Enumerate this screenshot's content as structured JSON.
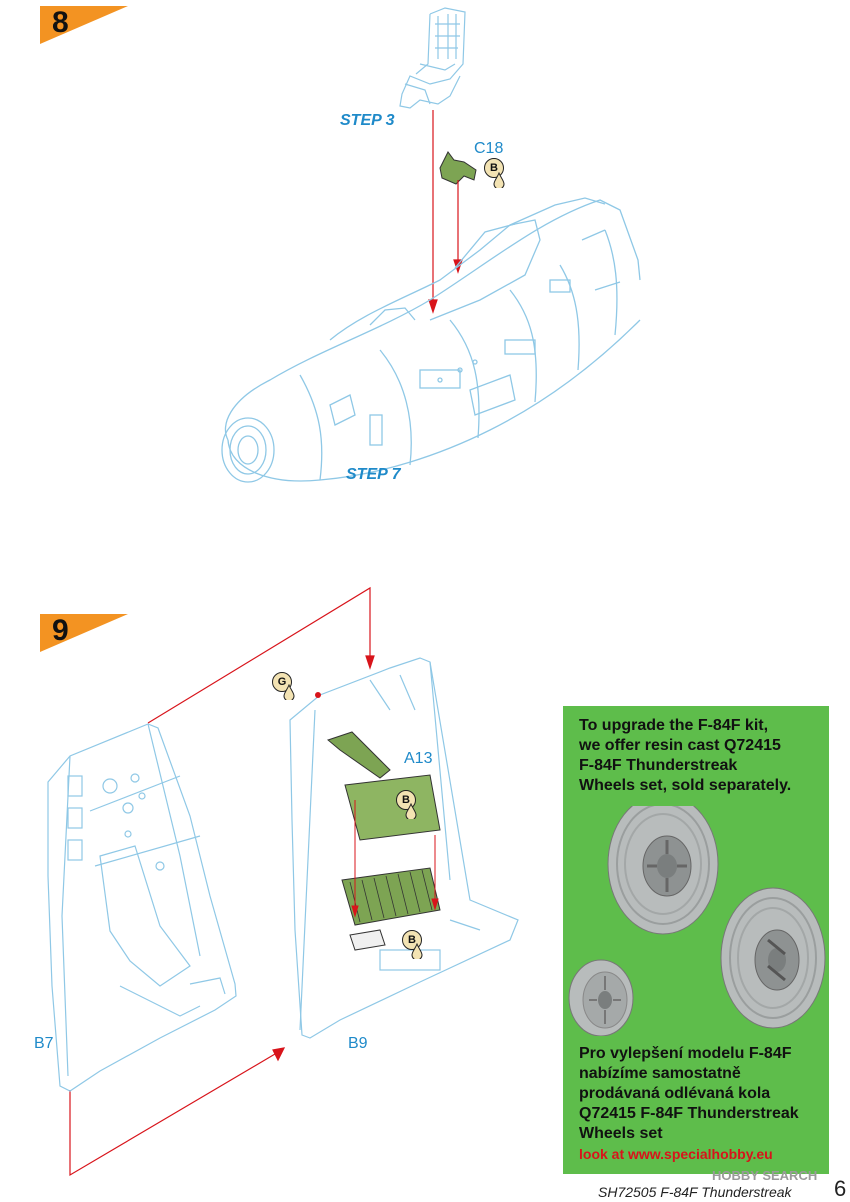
{
  "step8": {
    "number": "8",
    "step3_ref": "STEP 3",
    "step7_ref": "STEP 7",
    "part_c18": "C18",
    "callout_b": "B"
  },
  "step9": {
    "number": "9",
    "part_a13": "A13",
    "part_b7": "B7",
    "part_b9": "B9",
    "callout_g": "G",
    "callout_b1": "B",
    "callout_b2": "B"
  },
  "promo": {
    "english_text": "To upgrade the F-84F kit, we offer resin cast Q72415 F-84F Thunderstreak Wheels set, sold separately.",
    "english_lines": [
      "To upgrade the F-84F kit,",
      "we offer resin cast Q72415",
      "F-84F Thunderstreak",
      "Wheels set, sold separately."
    ],
    "czech_lines": [
      "Pro vylepšení modelu F-84F",
      "nabízíme samostatně",
      "prodávaná odlévaná kola",
      "Q72415 F-84F Thunderstreak",
      "Wheels set"
    ],
    "link": "look at www.specialhobby.eu"
  },
  "footer": {
    "kit": "SH72505  F-84F Thunderstreak",
    "page": "6",
    "watermark": "HOBBY SEARCH"
  },
  "colors": {
    "line_blue": "#8fc8e6",
    "label_blue": "#1f8ac9",
    "arrow_red": "#d8141b",
    "part_green": "#7da453",
    "badge_orange": "#f39322",
    "promo_green": "#5ebd4b"
  }
}
